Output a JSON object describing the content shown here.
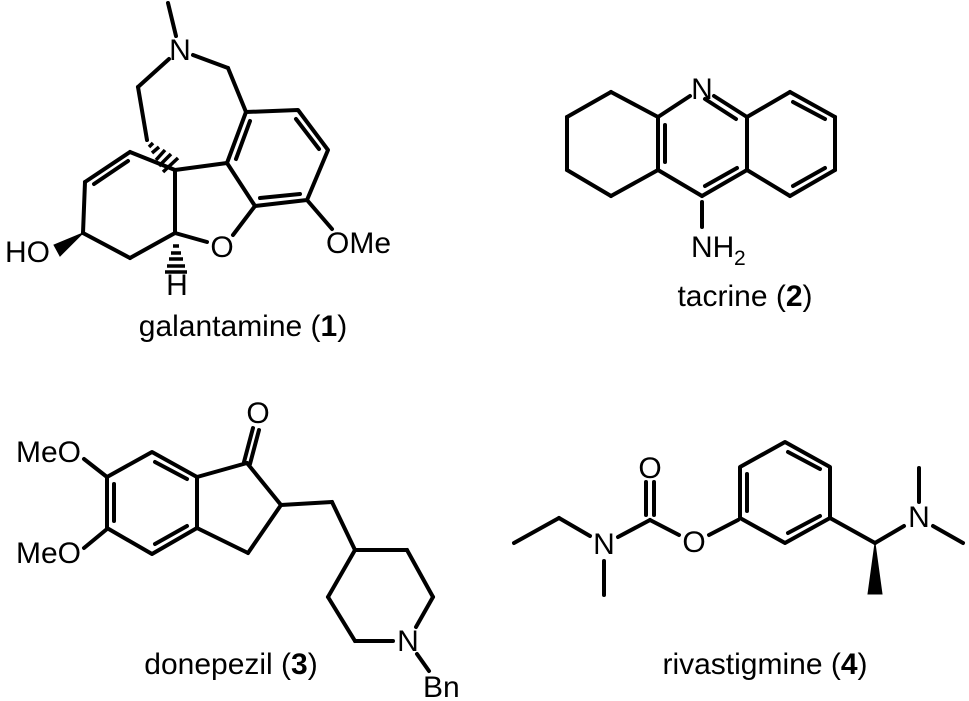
{
  "figure": {
    "type": "chemical-structures",
    "colors": {
      "ink": "#000000",
      "background": "#ffffff"
    }
  },
  "molecules": [
    {
      "name": "galantamine",
      "caption_prefix": "galantamine (",
      "caption_number": "1",
      "caption_suffix": ")",
      "labels": {
        "n": "N",
        "ho": "HO",
        "o": "O",
        "h": "H",
        "ome": "OMe"
      }
    },
    {
      "name": "tacrine",
      "caption_prefix": "tacrine (",
      "caption_number": "2",
      "caption_suffix": ")",
      "labels": {
        "n": "N",
        "nh": "NH",
        "nh_sub": "2"
      }
    },
    {
      "name": "donepezil",
      "caption_prefix": "donepezil (",
      "caption_number": "3",
      "caption_suffix": ")",
      "labels": {
        "meo_top": "MeO",
        "meo_bottom": "MeO",
        "o": "O",
        "n": "N",
        "bn": "Bn"
      }
    },
    {
      "name": "rivastigmine",
      "caption_prefix": "rivastigmine (",
      "caption_number": "4",
      "caption_suffix": ")",
      "labels": {
        "n_carbamate": "N",
        "o_carbonyl": "O",
        "o_ester": "O",
        "n_amine": "N"
      }
    }
  ]
}
